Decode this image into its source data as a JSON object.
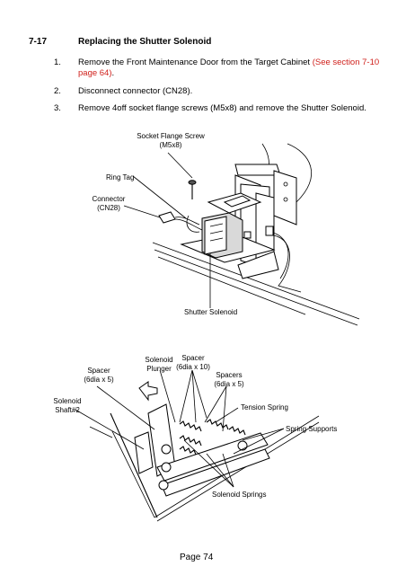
{
  "section": {
    "number": "7-17",
    "title": "Replacing the Shutter Solenoid"
  },
  "steps": [
    {
      "num": "1.",
      "text": "Remove the Front Maintenance Door from the Target Cabinet",
      "link": "(See section 7-10 page 64)",
      "end": "."
    },
    {
      "num": "2.",
      "text": "Disconnect connector (CN28)."
    },
    {
      "num": "3.",
      "text": "Remove 4off socket flange screws (M5x8) and remove the Shutter Solenoid."
    }
  ],
  "figure1": {
    "socket_screw": "Socket Flange Screw",
    "socket_screw_size": "(M5x8)",
    "ring_tag": "Ring Tag",
    "connector": "Connector",
    "connector_id": "(CN28)",
    "shutter_solenoid": "Shutter Solenoid"
  },
  "figure2": {
    "spacer_6x5_a": "Spacer",
    "spacer_6x5_a_size": "(6dia x 5)",
    "solenoid_plunger_a": "Solenoid",
    "solenoid_plunger_b": "Plunger",
    "spacer_6x10": "Spacer",
    "spacer_6x10_size": "(6dia x 10)",
    "spacers": "Spacers",
    "spacers_size": "(6dia x 5)",
    "solenoid_shaft_a": "Solenoid",
    "solenoid_shaft_b": "Shaft#2",
    "tension_spring": "Tension Spring",
    "spring_supports": "Spring Supports",
    "solenoid_springs": "Solenoid Springs"
  },
  "footer": {
    "page": "Page 74"
  }
}
